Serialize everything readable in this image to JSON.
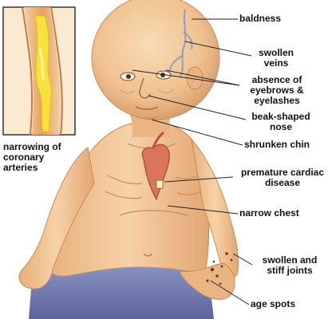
{
  "labels": {
    "baldness": "baldness",
    "swollen_veins": [
      "swollen",
      "veins"
    ],
    "absence_brows": [
      "absence of",
      "eyebrows &",
      "eyelashes"
    ],
    "beak_nose": [
      "beak-shaped",
      "nose"
    ],
    "shrunken_chin": "shrunken chin",
    "cardiac": [
      "premature cardiac",
      "disease"
    ],
    "narrow_chest": "narrow chest",
    "swollen_joints": [
      "swollen and",
      "stiff joints"
    ],
    "age_spots": "age spots",
    "inset_caption": [
      "narrowing of",
      "coronary",
      "arteries"
    ]
  },
  "colors": {
    "skin": "#f3c79a",
    "skin_shadow": "#d9a06e",
    "pants": "#7a83b8",
    "artery_wall": "#e9a060",
    "plaque": "#f5e23a",
    "leader": "#222222"
  }
}
